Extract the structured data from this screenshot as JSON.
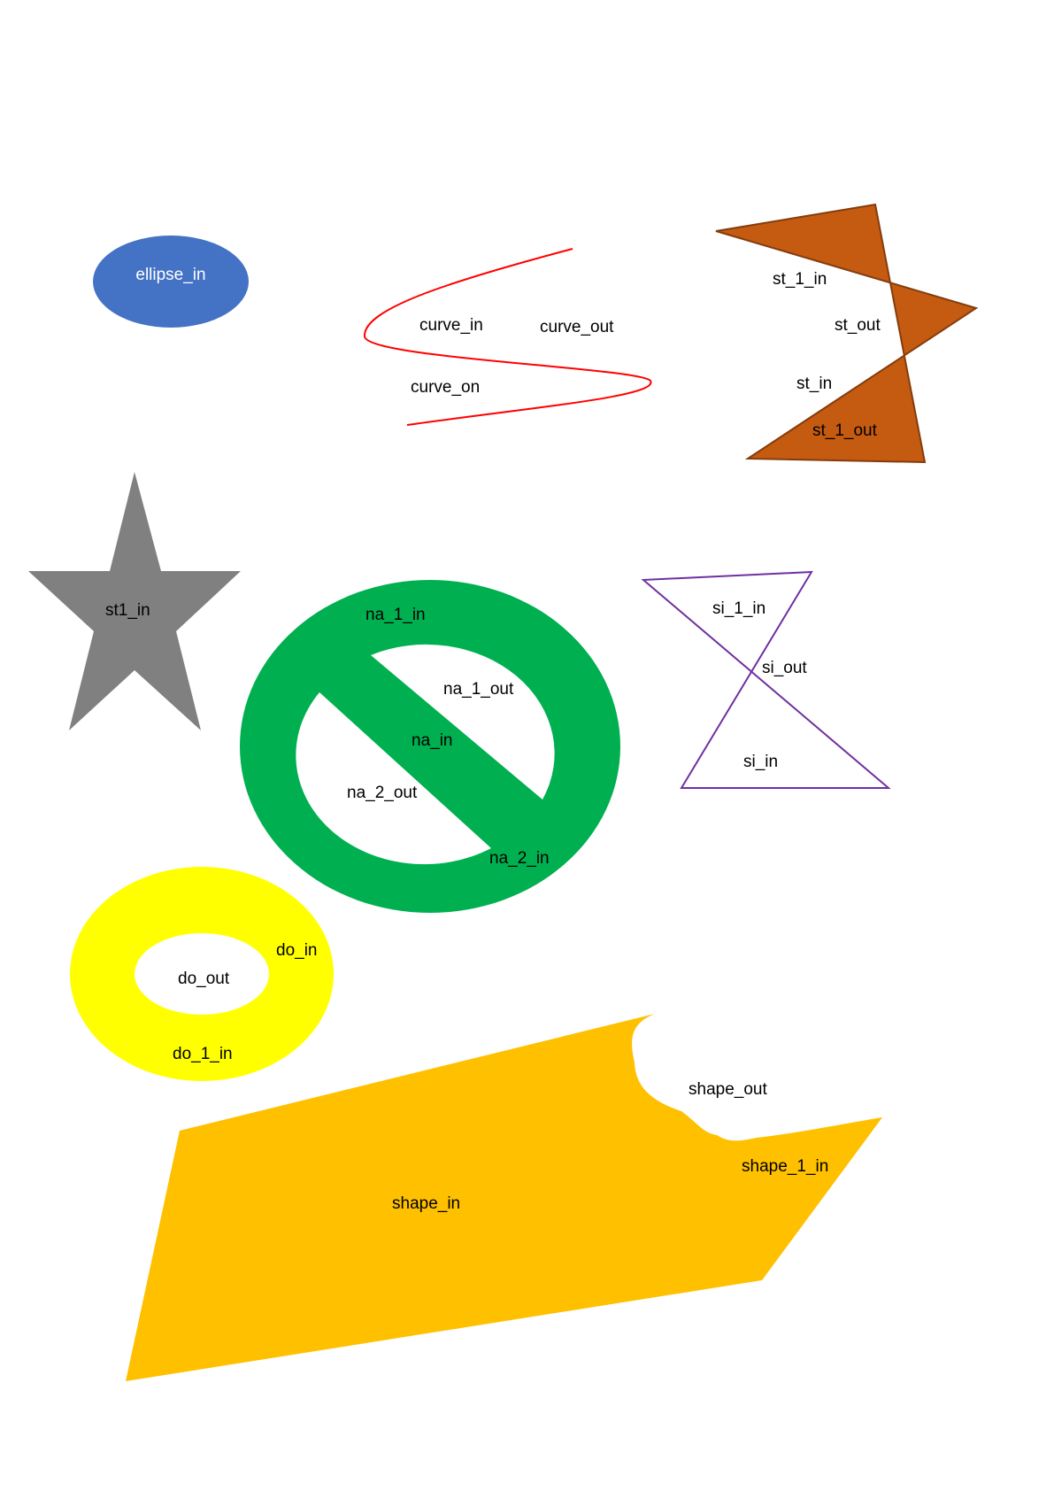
{
  "colors": {
    "background": "#ffffff",
    "ellipse_fill": "#4472c4",
    "curve_stroke": "#ff0000",
    "star_outline_fill": "#c55a11",
    "star_outline_stroke": "#843c0c",
    "star_gray": "#808080",
    "no_symbol": "#00b050",
    "hourglass_stroke": "#7030a0",
    "donut": "#ffff00",
    "freeform": "#ffc000",
    "label_dark": "#000000",
    "label_light": "#ffffff"
  },
  "labels": {
    "ellipse_in": "ellipse_in",
    "curve_in": "curve_in",
    "curve_out": "curve_out",
    "curve_on": "curve_on",
    "st_1_in": "st_1_in",
    "st_out": "st_out",
    "st_in": "st_in",
    "st_1_out": "st_1_out",
    "st1_in": "st1_in",
    "na_1_in": "na_1_in",
    "na_1_out": "na_1_out",
    "na_in": "na_in",
    "na_2_out": "na_2_out",
    "na_2_in": "na_2_in",
    "si_1_in": "si_1_in",
    "si_out": "si_out",
    "si_in": "si_in",
    "do_in": "do_in",
    "do_out": "do_out",
    "do_1_in": "do_1_in",
    "shape_out": "shape_out",
    "shape_1_in": "shape_1_in",
    "shape_in": "shape_in"
  }
}
